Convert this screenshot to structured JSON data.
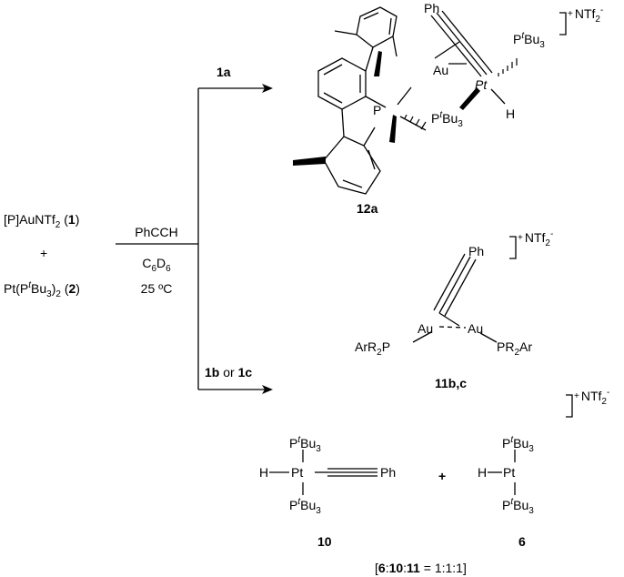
{
  "reactants": {
    "gold": {
      "text": "[P]AuNTf",
      "sub": "2",
      "open": " (",
      "num": "1",
      "close": ")"
    },
    "plus": "+",
    "platinum": {
      "text1": "Pt(P",
      "t": "t",
      "text2": "Bu",
      "sub1": "3",
      "text3": ")",
      "sub2": "2",
      "open": " (",
      "num": "2",
      "close": ")"
    }
  },
  "conditions": {
    "reagent": "PhCCH",
    "solvent": {
      "c": "C",
      "s1": "6",
      "d": "D",
      "s2": "6"
    },
    "temperature": "25 ºC"
  },
  "branch_labels": {
    "top": "1a",
    "bottom_a": "1b",
    "bottom_or": " or ",
    "bottom_b": "1c"
  },
  "product_12a": {
    "label": "12a",
    "au": "Au",
    "pt": "Pt",
    "h": "H",
    "p": "P",
    "ph": "Ph",
    "ptbu3": {
      "p": "P",
      "t": "t",
      "bu": "Bu",
      "sub": "3"
    },
    "charge": "+",
    "counterion": "NTf",
    "counterion_sub": "2",
    "counterion_charge": "-"
  },
  "product_11": {
    "label": "11b,c",
    "au": "Au",
    "ph": "Ph",
    "left_ligand": {
      "a": "ArR",
      "sub": "2",
      "b": "P"
    },
    "right_ligand": {
      "a": "PR",
      "sub": "2",
      "b": "Ar"
    },
    "charge": "+",
    "counterion": "NTf",
    "counterion_sub": "2",
    "counterion_charge": "-"
  },
  "product_10": {
    "label": "10",
    "h": "H",
    "pt": "Pt",
    "ph": "Ph"
  },
  "product_6": {
    "label": "6",
    "h": "H",
    "pt": "Pt",
    "charge": "+",
    "counterion": "NTf",
    "counterion_sub": "2",
    "counterion_charge": "-"
  },
  "plus_between": "+",
  "ratio": {
    "open": "[",
    "n6": "6",
    "c1": ":",
    "n10": "10",
    "c2": ":",
    "n11": "11",
    "value": " = 1:1:1]"
  }
}
